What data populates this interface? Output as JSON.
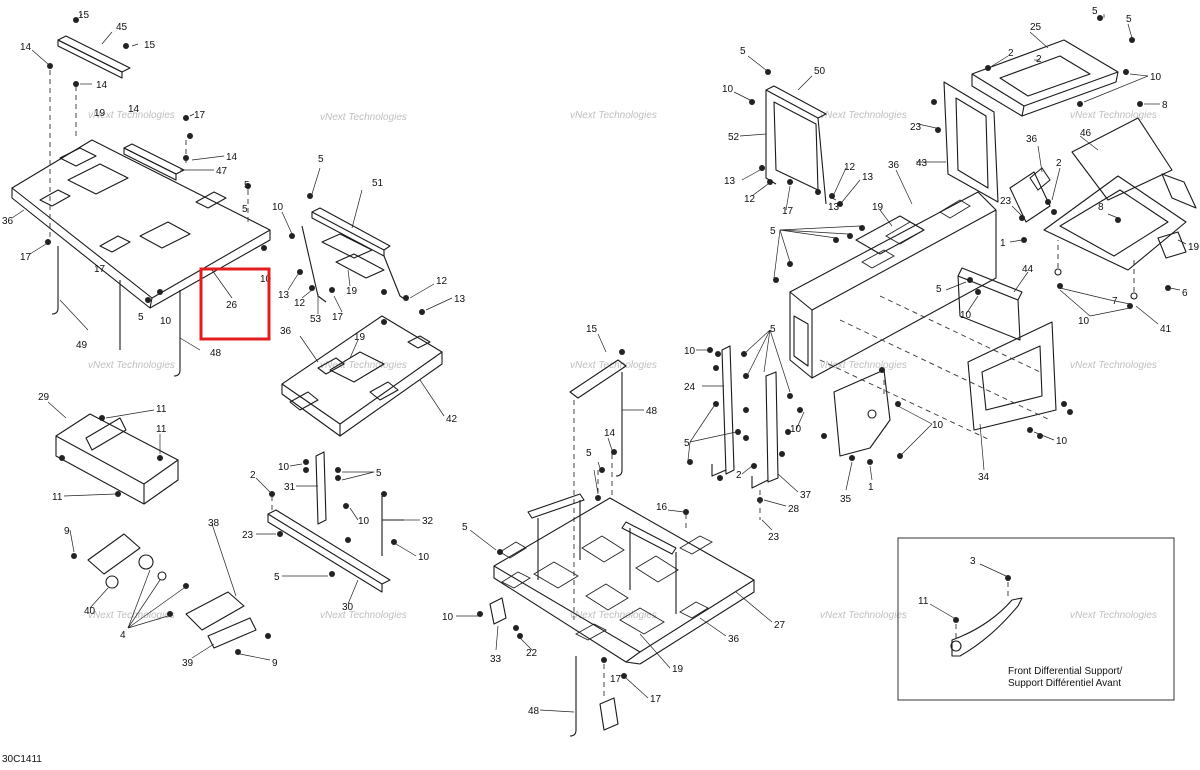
{
  "drawing_number": "30C1411",
  "watermark": "vNext Technologies",
  "highlight": {
    "label": "26",
    "color": "#e31d1d"
  },
  "inset": {
    "title_en": "Front Differential Support/",
    "title_fr": "Support Différentiel Avant",
    "labels": [
      "3",
      "11"
    ]
  },
  "callouts": {
    "c15a": "15",
    "c45": "45",
    "c14a": "14",
    "c15b": "15",
    "c14b": "14",
    "c17a": "17",
    "c14c": "14",
    "c47": "47",
    "c14d": "14",
    "c19a": "19",
    "c5a": "5",
    "c36a": "36",
    "c17b": "17",
    "c17c": "17",
    "c10a": "10",
    "c5b": "5",
    "c10b": "10",
    "c49": "49",
    "c48a": "48",
    "c5c": "5",
    "c51": "51",
    "c10c": "10",
    "c13a": "13",
    "c12a": "12",
    "c53": "53",
    "c19b": "19",
    "c17d": "17",
    "c12b": "12",
    "c13b": "13",
    "c36b": "36",
    "c19c": "19",
    "c42": "42",
    "c29": "29",
    "c11a": "11",
    "c11b": "11",
    "c11c": "11",
    "c9a": "9",
    "c38": "38",
    "c40": "40",
    "c4": "4",
    "c39": "39",
    "c9b": "9",
    "c10d": "10",
    "c5d": "5",
    "c2a": "2",
    "c31": "31",
    "c10e": "10",
    "c32": "32",
    "c23a": "23",
    "c10f": "10",
    "c5e": "5",
    "c30": "30",
    "c15c": "15",
    "c48b": "48",
    "c14e": "14",
    "c5f": "5",
    "c16": "16",
    "c27": "27",
    "c10g": "10",
    "c33": "33",
    "c22": "22",
    "c36c": "36",
    "c19d": "19",
    "c17e": "17",
    "c48c": "48",
    "c10h": "10",
    "c24": "24",
    "c5g": "5",
    "c5h": "5",
    "c5i": "5",
    "c2b": "2",
    "c37": "37",
    "c28": "28",
    "c23b": "23",
    "c35": "35",
    "c1a": "1",
    "c10i": "10",
    "c10j": "10",
    "c34": "34",
    "c10k": "10",
    "c5j": "5",
    "c50": "50",
    "c10l": "10",
    "c52": "52",
    "c12c": "12",
    "c13c": "13",
    "c17f": "17",
    "c12d": "12",
    "c13d": "13",
    "c36d": "36",
    "c43": "43",
    "c23c": "23",
    "c19e": "19",
    "c5k": "5",
    "c5l": "5",
    "c10m": "10",
    "c44": "44",
    "c25": "25",
    "c5m": "5",
    "c2c": "2",
    "c10n": "10",
    "c8a": "8",
    "c46": "46",
    "c36e": "36",
    "c2d": "2",
    "c23d": "23",
    "c1b": "1",
    "c8b": "8",
    "c19f": "19",
    "c6": "6",
    "c7": "7",
    "c10o": "10",
    "c41": "41"
  }
}
